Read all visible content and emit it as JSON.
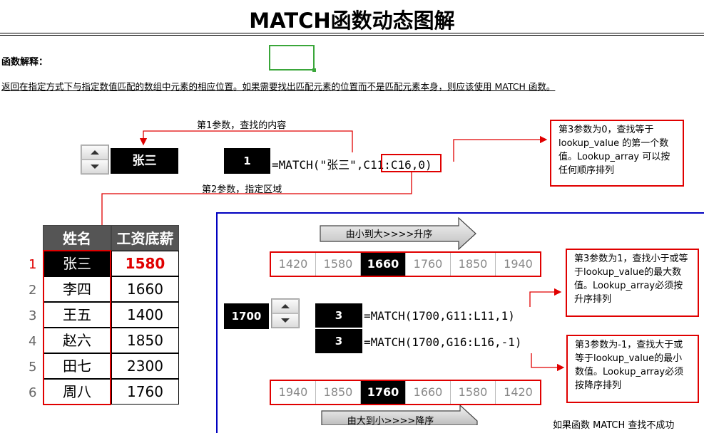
{
  "title": "MATCH函数动态图解",
  "explain": {
    "label": "函数解释：",
    "text": "返回在指定方式下与指定数值匹配的数组中元素的相应位置。如果需要找出匹配元素的位置而不是匹配元素本身，则应该使用 MATCH 函数。"
  },
  "top": {
    "lookup_name": "张三",
    "result": "1",
    "formula_prefix": "=MATCH(\"张三\",",
    "formula_range": "C11:C16,",
    "formula_suffix": "0)",
    "label_param1": "第1参数，查找的内容",
    "label_param2": "第2参数，指定区域",
    "note_param3": "第3参数为0，查找等于lookup_value 的第一个数值。Lookup_array 可以按任何顺序排列"
  },
  "table": {
    "headers": [
      "姓名",
      "工资底薪"
    ],
    "rows": [
      {
        "idx": "1",
        "name": "张三",
        "salary": "1580"
      },
      {
        "idx": "2",
        "name": "李四",
        "salary": "1660"
      },
      {
        "idx": "3",
        "name": "王五",
        "salary": "1400"
      },
      {
        "idx": "4",
        "name": "赵六",
        "salary": "1850"
      },
      {
        "idx": "5",
        "name": "田七",
        "salary": "2300"
      },
      {
        "idx": "6",
        "name": "周八",
        "salary": "1760"
      }
    ]
  },
  "demo": {
    "asc_label": "由小到大>>>>升序",
    "desc_label": "由大到小>>>>降序",
    "asc_values": [
      "1420",
      "1580",
      "1660",
      "1760",
      "1850",
      "1940"
    ],
    "desc_values": [
      "1940",
      "1850",
      "1760",
      "1660",
      "1580",
      "1420"
    ],
    "lookup_value": "1700",
    "result1": "3",
    "result2": "3",
    "formula1": "=MATCH(1700,G11:L11,1)",
    "formula2": "=MATCH(1700,G16:L16,-1)",
    "note_pos": "第3参数为1，查找小于或等于lookup_value的最大数值。Lookup_array必须按升序排列",
    "note_neg": "第3参数为-1，查找大于或等于lookup_value的最小数值。Lookup_array必须按降序排列",
    "footer_text": "如果函数 MATCH 查找不成功"
  },
  "colors": {
    "red": "#e00000",
    "blue": "#0000c0",
    "green": "#3aa63a"
  }
}
